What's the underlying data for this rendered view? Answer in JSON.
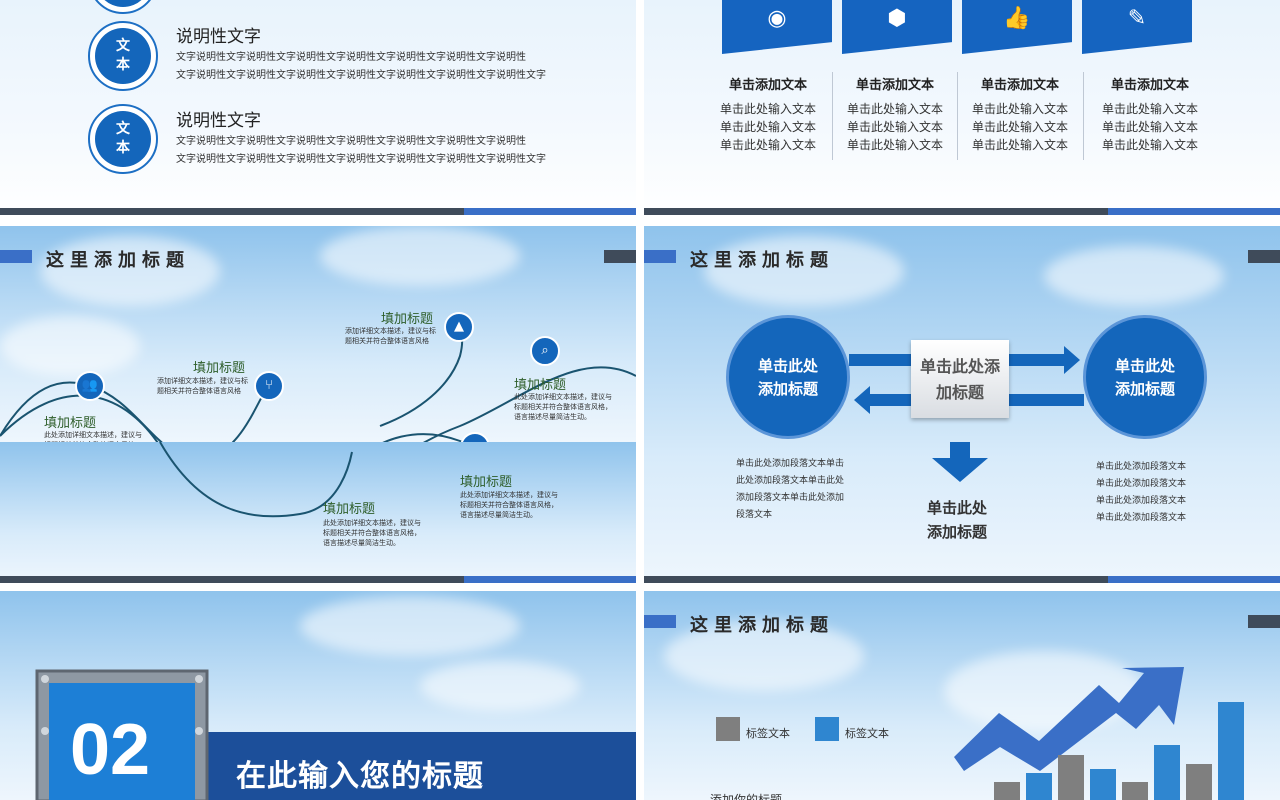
{
  "slide1": {
    "items": [
      {
        "badge": "文\n本",
        "heading": "说明性文字",
        "lines": [
          "文字说明性文字说明性文字说明性文字说明性文字说明性文字说明性文字说明性",
          "文字说明性文字说明性文字说明性文字说明性文字说明性文字说明性文字说明性文字"
        ]
      },
      {
        "badge": "文\n本",
        "heading": "说明性文字",
        "lines": [
          "文字说明性文字说明性文字说明性文字说明性文字说明性文字说明性文字说明性",
          "文字说明性文字说明性文字说明性文字说明性文字说明性文字说明性文字说明性文字"
        ]
      }
    ]
  },
  "slide2": {
    "icons": [
      "radar-icon",
      "cube-icon",
      "thumbs-up-icon",
      "pencil-icon"
    ],
    "columns": [
      {
        "heading": "单击添加文本",
        "lines": [
          "单击此处输入文本",
          "单击此处输入文本",
          "单击此处输入文本"
        ]
      },
      {
        "heading": "单击添加文本",
        "lines": [
          "单击此处输入文本",
          "单击此处输入文本",
          "单击此处输入文本"
        ]
      },
      {
        "heading": "单击添加文本",
        "lines": [
          "单击此处输入文本",
          "单击此处输入文本",
          "单击此处输入文本"
        ]
      },
      {
        "heading": "单击添加文本",
        "lines": [
          "单击此处输入文本",
          "单击此处输入文本",
          "单击此处输入文本"
        ]
      }
    ]
  },
  "slide3": {
    "title": "这里添加标题",
    "nodes": [
      {
        "icon": "users-icon",
        "heading": "填加标题",
        "body": "此处添加详细文本描述，建议与标题相关并符合整体语言风格，语言描述尽量简洁生动。"
      },
      {
        "icon": "git-branch-icon",
        "heading": "填加标题",
        "body": "添加详细文本描述，建议与标题相关并符合整体语言风格"
      },
      {
        "icon": "mail-icon",
        "heading": "填加标题",
        "body": "此处添加详细文本描述，建议与标题相关并符合整体语言风格，语言描述尽量简洁生动。"
      },
      {
        "icon": "area-chart-icon",
        "heading": "填加标题",
        "body": "添加详细文本描述，建议与标题相关并符合整体语言风格"
      },
      {
        "icon": "laptop-icon",
        "heading": "填加标题",
        "body": "此处添加详细文本描述，建议与标题相关并符合整体语言风格，语言描述尽量简洁生动。"
      },
      {
        "icon": "search-icon",
        "heading": "填加标题",
        "body": "此处添加详细文本描述，建议与标题相关并符合整体语言风格，语言描述尽量简洁生动。"
      }
    ]
  },
  "slide4": {
    "title": "这里添加标题",
    "left_circle": "单击此处\n添加标题",
    "right_circle": "单击此处\n添加标题",
    "center_box": "单击此处添\n加标题",
    "bottom_title": "单击此处\n添加标题",
    "left_text": "单击此处添加段落文本单击此处添加段落文本单击此处添加段落文本单击此处添加段落文本",
    "right_text": [
      "单击此处添加段落文本",
      "单击此处添加段落文本",
      "单击此处添加段落文本",
      "单击此处添加段落文本"
    ]
  },
  "slide5": {
    "number": "02",
    "title": "在此输入您的标题"
  },
  "slide6": {
    "title": "这里添加标题",
    "legend": [
      {
        "label": "标签文本",
        "color": "#7f7f7f"
      },
      {
        "label": "标签文本",
        "color": "#2f86d0"
      }
    ],
    "subtitle": "添加你的标题"
  },
  "chart_data": {
    "type": "bar",
    "series": [
      {
        "name": "标签文本",
        "color": "#7f7f7f",
        "values": [
          1,
          2.5,
          1,
          2
        ]
      },
      {
        "name": "标签文本",
        "color": "#2f86d0",
        "values": [
          1.5,
          1.7,
          3,
          5.4
        ]
      }
    ],
    "ylim": [
      0,
      6
    ]
  },
  "colors": {
    "primary": "#1466bb",
    "dark": "#3f4b5a",
    "accent": "#3a6fc7"
  }
}
